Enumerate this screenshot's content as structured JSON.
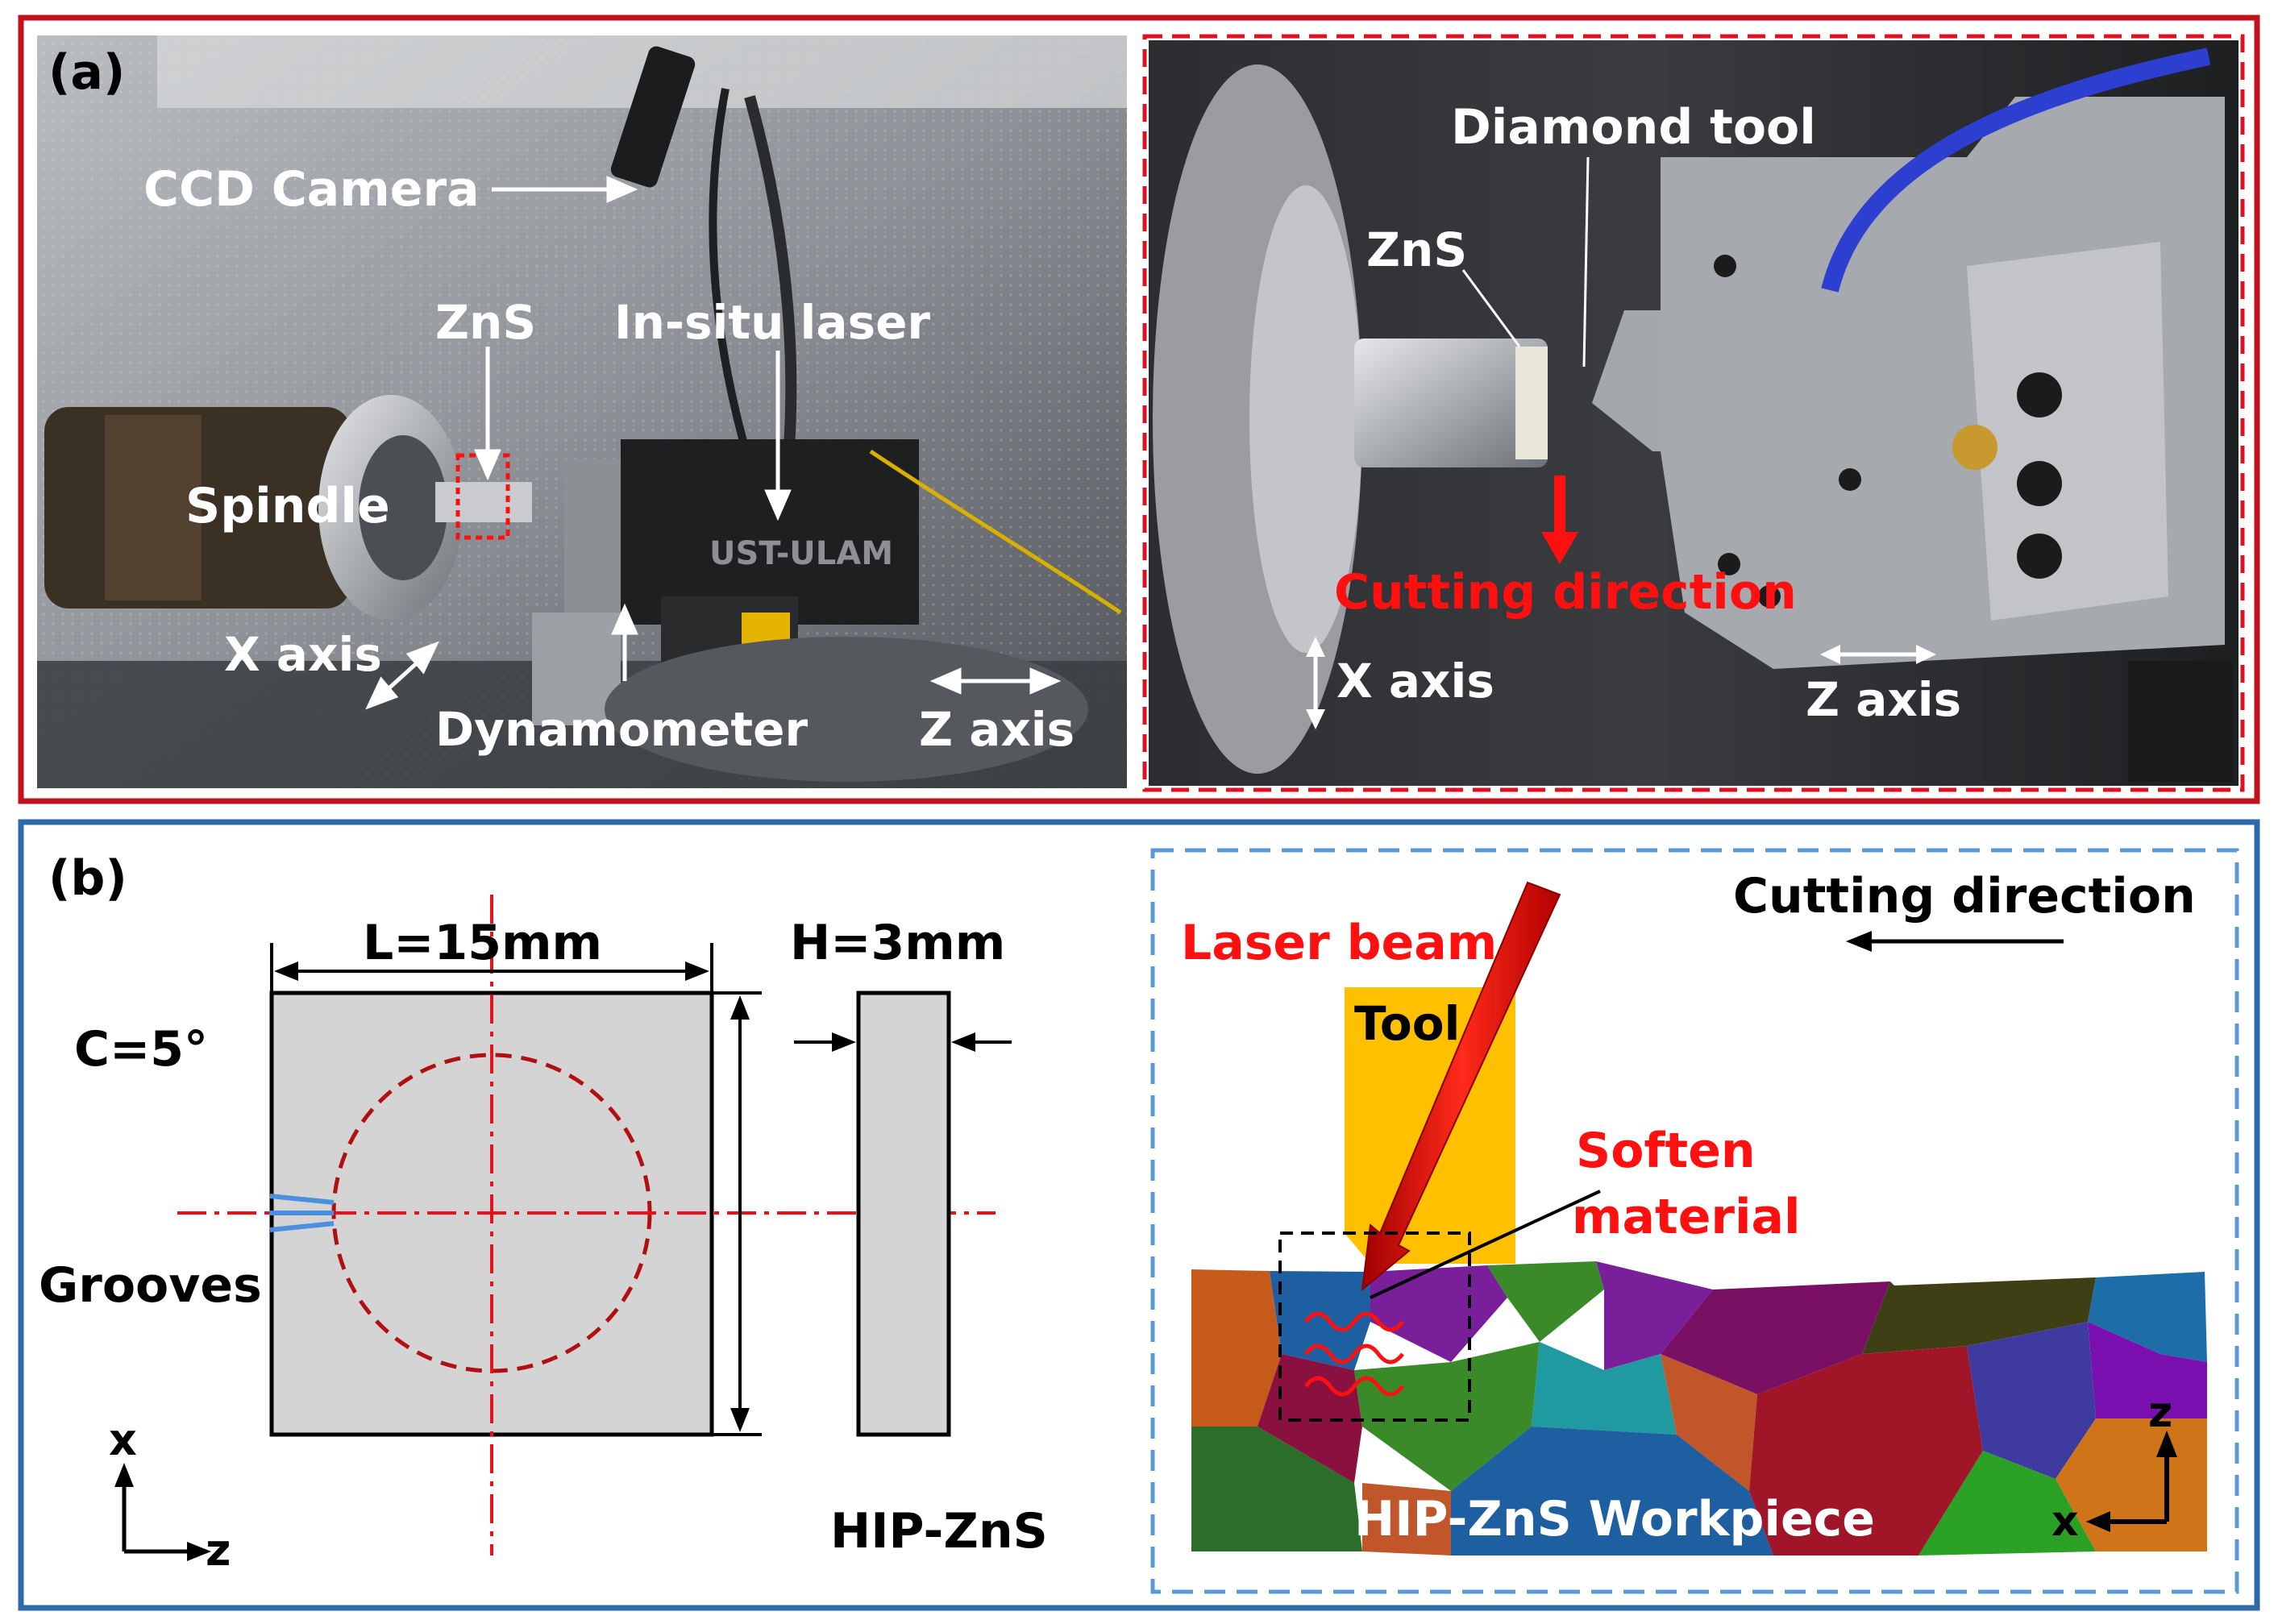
{
  "panel_a": {
    "label": "(a)",
    "photo_left": {
      "ccd_camera": "CCD Camera",
      "zns": "ZnS",
      "in_situ_laser": "In-situ laser",
      "spindle": "Spindle",
      "x_axis": "X axis",
      "dynamometer": "Dynamometer",
      "z_axis": "Z axis",
      "machine_plate_text": "UST-ULAM"
    },
    "photo_right": {
      "diamond_tool": "Diamond tool",
      "zns": "ZnS",
      "cutting_direction": "Cutting direction",
      "x_axis": "X axis",
      "z_axis": "Z axis"
    }
  },
  "panel_b": {
    "label": "(b)",
    "left": {
      "length_dim": "L=15mm",
      "height_dim": "H=3mm",
      "angle": "C=5°",
      "grooves": "Grooves",
      "caption": "HIP-ZnS",
      "axis_x": "x",
      "axis_z": "z"
    },
    "right": {
      "cutting_direction": "Cutting direction",
      "laser_beam": "Laser beam",
      "tool": "Tool",
      "soften_line1": "Soften",
      "soften_line2": "material",
      "workpiece": "HIP-ZnS Workpiece",
      "axis_z": "z",
      "axis_x": "x"
    }
  },
  "colors": {
    "panel_a_border": "#c0121c",
    "panel_b_border": "#2e6aa8",
    "dashed_blue": "#5b9bd5",
    "annotation_red": "#ff1010",
    "tool_yellow": "#ffc000",
    "sample_gray": "#d4d4d4"
  }
}
